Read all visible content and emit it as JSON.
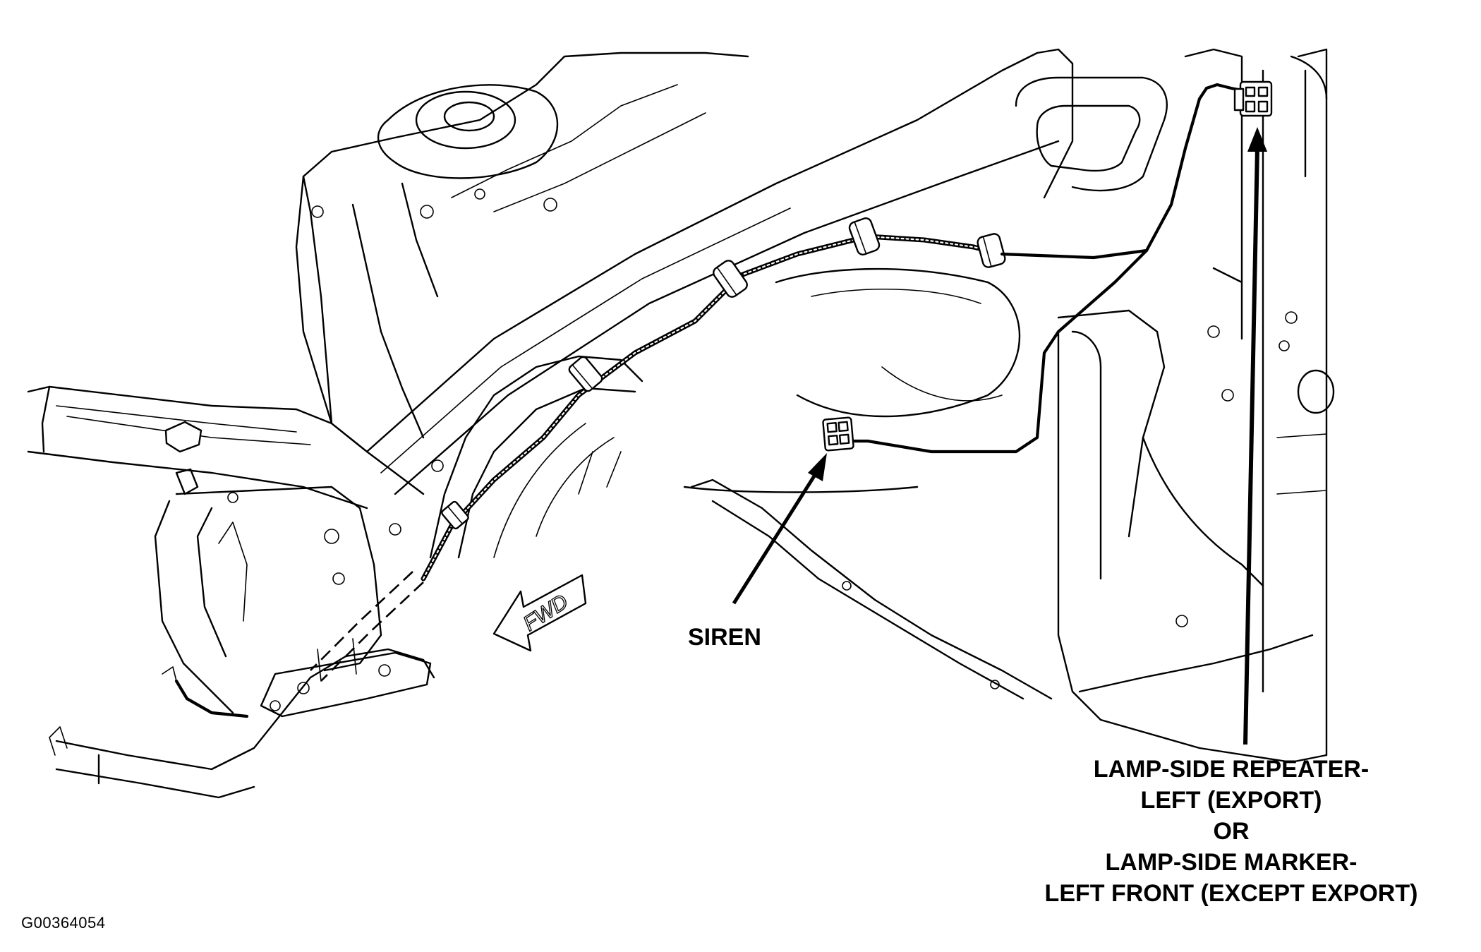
{
  "labels": {
    "siren": "SIREN",
    "lamp_lines": [
      "LAMP-SIDE REPEATER-",
      "LEFT (EXPORT)",
      "OR",
      "LAMP-SIDE MARKER-",
      "LEFT FRONT (EXCEPT EXPORT)"
    ],
    "forward_arrow": "FWD",
    "figure_id": "G00364054"
  },
  "icons": {
    "forward_arrow": "fwd-arrow-icon",
    "siren_connector": "connector-icon",
    "lamp_connector": "connector-icon",
    "clips": "harness-clip-icon"
  },
  "colors": {
    "line": "#000000",
    "background": "#ffffff"
  }
}
